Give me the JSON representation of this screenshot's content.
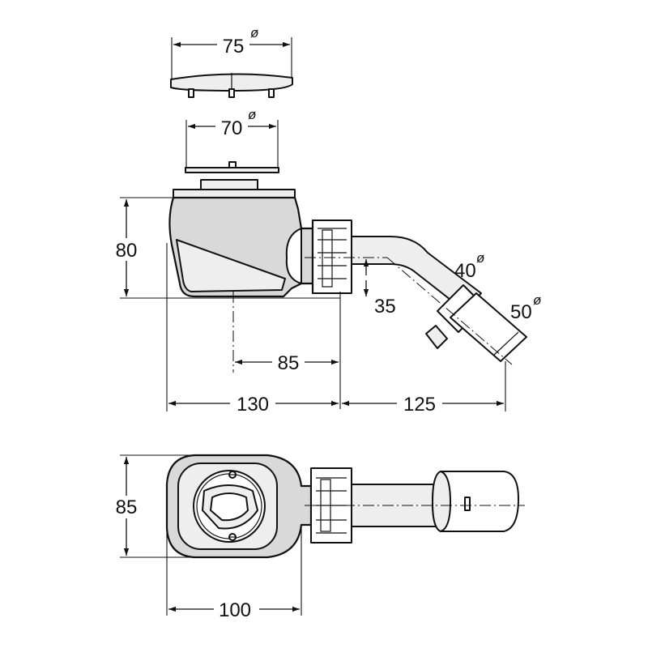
{
  "dimensions": {
    "cover_diameter": {
      "value": "75",
      "symbol": "ø"
    },
    "grate_diameter": {
      "value": "70",
      "symbol": "ø"
    },
    "height": {
      "value": "80"
    },
    "outlet_offset": {
      "value": "35"
    },
    "pipe_diameter_inner": {
      "value": "40",
      "symbol": "ø"
    },
    "pipe_diameter_outer": {
      "value": "50",
      "symbol": "ø"
    },
    "center_to_nut": {
      "value": "85"
    },
    "body_length": {
      "value": "130"
    },
    "outlet_reach": {
      "value": "125"
    },
    "plan_width": {
      "value": "85"
    },
    "plan_length": {
      "value": "100"
    }
  }
}
